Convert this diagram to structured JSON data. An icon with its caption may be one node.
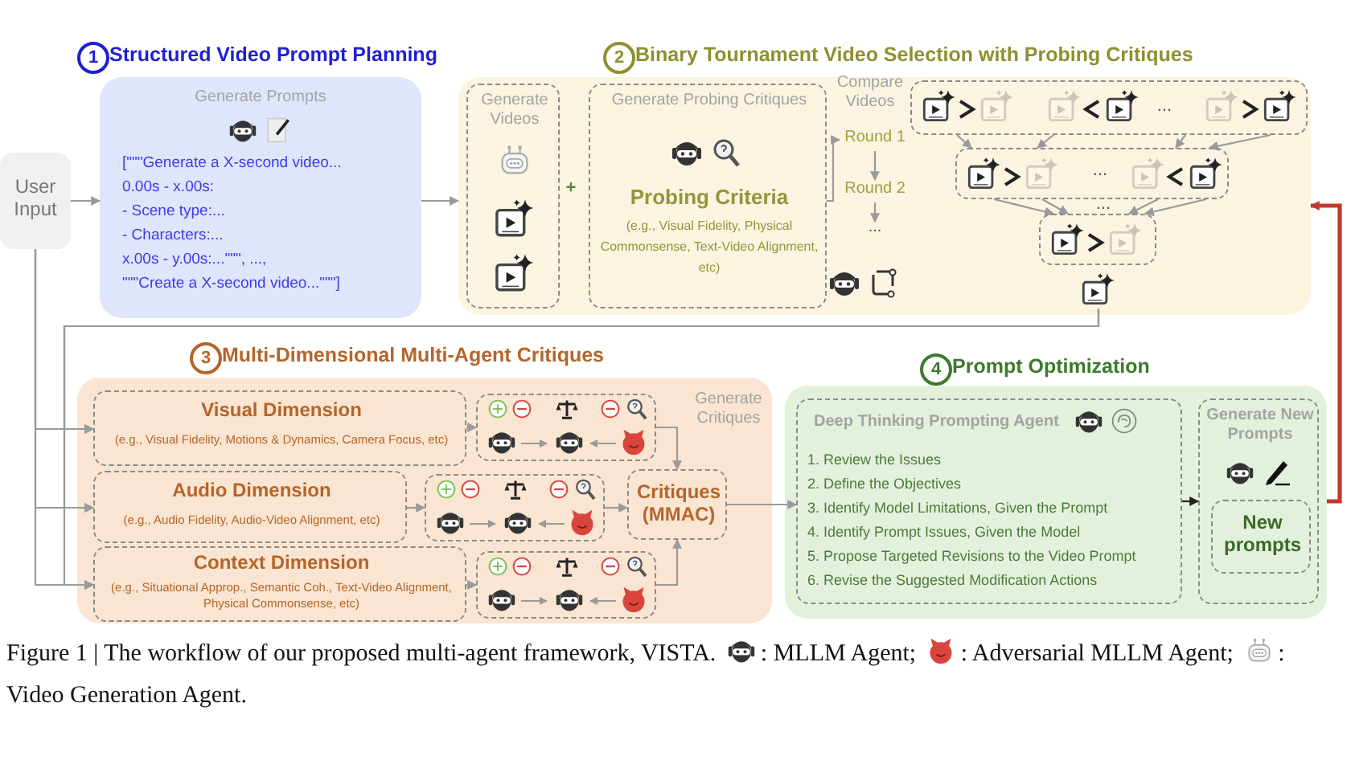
{
  "diagram": {
    "caption": "Figure 1 | The workflow of our proposed multi-agent framework, VISTA.",
    "nodes": [
      {
        "text": [
          "User Input"
        ]
      },
      {
        "text": [
          "1",
          "Structured Video Prompt Planning",
          "Generate Prompts",
          "[\"\"\"Generate a X-second video...",
          "0.00s - x.00s:",
          "- Scene type:...",
          "- Characters:...",
          "x.00s - y.00s:...\"\"\", ...,",
          "\"\"\"Create a X-second video...\"\"\"]"
        ]
      },
      {
        "text": [
          "2",
          "Binary Tournament Video Selection with Probing Critiques"
        ]
      },
      {
        "text": [
          "Generate Videos"
        ],
        "in": 2
      },
      {
        "text": [
          "Generate Probing Critiques",
          "Probing Criteria",
          "(e.g., Visual Fidelity, Physical Commonsense, Text-Video Alignment, etc)"
        ],
        "in": 2
      },
      {
        "text": [
          "Compare Videos"
        ],
        "in": 2
      },
      {
        "text": [
          "Round 1"
        ],
        "in": 2
      },
      {
        "text": [
          "Round 2"
        ],
        "in": 2
      },
      {
        "text": [
          "..."
        ],
        "in": 2
      },
      {
        "text": [],
        "shape": "box",
        "in": 2
      },
      {
        "text": [],
        "shape": "box",
        "in": 2
      },
      {
        "text": [],
        "shape": "box",
        "in": 2
      },
      {
        "text": [],
        "shape": "picture",
        "in": 2
      },
      {
        "text": [
          "3",
          "Multi-Dimensional Multi-Agent Critiques",
          "Generate Critiques"
        ]
      },
      {
        "text": [
          "Visual Dimension",
          "(e.g., Visual Fidelity, Motions & Dynamics, Camera Focus, etc)"
        ],
        "in": 13
      },
      {
        "text": [],
        "shape": "box",
        "in": 13
      },
      {
        "text": [
          "Audio Dimension",
          "(e.g., Audio Fidelity, Audio-Video Alignment, etc)"
        ],
        "in": 13
      },
      {
        "text": [],
        "shape": "box",
        "in": 13
      },
      {
        "text": [
          "Context Dimension",
          "(e.g., Situational Approp., Semantic Coh., Text-Video Alignment, Physical Commonsense, etc)"
        ],
        "in": 13
      },
      {
        "text": [],
        "shape": "box",
        "in": 13
      },
      {
        "text": [
          "Critiques (MMAC)"
        ],
        "in": 13
      },
      {
        "text": [
          "4",
          "Prompt Optimization"
        ]
      },
      {
        "text": [
          "Deep Thinking Prompting Agent",
          "1. Review the Issues",
          "2. Define the Objectives",
          "3. Identify Model Limitations, Given the Prompt",
          "4. Identify Prompt Issues, Given the Model",
          "5. Propose Targeted Revisions to the Video Prompt",
          "6. Revise the Suggested Modification Actions"
        ],
        "in": 21
      },
      {
        "text": [
          "Generate New Prompts"
        ],
        "in": 21
      },
      {
        "text": [
          "New prompts"
        ],
        "in": 23
      }
    ],
    "edges": [
      {
        "from": 0,
        "to": 1,
        "arrow": "to"
      },
      {
        "from": 1,
        "to": 2,
        "arrow": "to"
      },
      {
        "from": 4,
        "to": 6,
        "arrow": "to"
      },
      {
        "from": 6,
        "to": 7,
        "arrow": "to"
      },
      {
        "from": 7,
        "to": 8,
        "arrow": "to"
      },
      {
        "from": 9,
        "to": 10,
        "arrow": "to"
      },
      {
        "from": 9,
        "to": 10,
        "arrow": "to"
      },
      {
        "from": 9,
        "to": 10,
        "arrow": "to"
      },
      {
        "from": 9,
        "to": 10,
        "arrow": "to"
      },
      {
        "from": 10,
        "to": 11,
        "arrow": "to"
      },
      {
        "from": 10,
        "to": 11,
        "arrow": "to"
      },
      {
        "from": 10,
        "to": 11,
        "arrow": "to"
      },
      {
        "from": 10,
        "to": 11,
        "arrow": "to"
      },
      {
        "from": 12,
        "to": 14,
        "arrow": "to"
      },
      {
        "from": 12,
        "to": 16,
        "arrow": "to"
      },
      {
        "from": 12,
        "to": 18,
        "arrow": "to"
      },
      {
        "from": 0,
        "to": 14,
        "arrow": "to"
      },
      {
        "from": 0,
        "to": 16,
        "arrow": "to"
      },
      {
        "from": 0,
        "to": 18,
        "arrow": "to"
      },
      {
        "from": 14,
        "to": 15,
        "arrow": "to"
      },
      {
        "from": 16,
        "to": 17,
        "arrow": "to"
      },
      {
        "from": 18,
        "to": 19,
        "arrow": "to"
      },
      {
        "from": 15,
        "to": 20,
        "arrow": "to"
      },
      {
        "from": 17,
        "to": 20,
        "arrow": "to"
      },
      {
        "from": 19,
        "to": 20,
        "arrow": "to"
      },
      {
        "from": 20,
        "to": 22,
        "arrow": "to"
      },
      {
        "from": 22,
        "to": 23,
        "arrow": "to",
        "color": "#222222"
      },
      {
        "from": 21,
        "to": 2,
        "arrow": "to",
        "style": "thick",
        "color": "#c0392b"
      }
    ],
    "labels": [
      "+",
      "...",
      "...",
      "..."
    ],
    "legend": [
      {
        "text": ": MLLM Agent;"
      },
      {
        "text": ": Adversarial MLLM Agent;"
      },
      {
        "text": ": Video Generation Agent."
      }
    ]
  }
}
